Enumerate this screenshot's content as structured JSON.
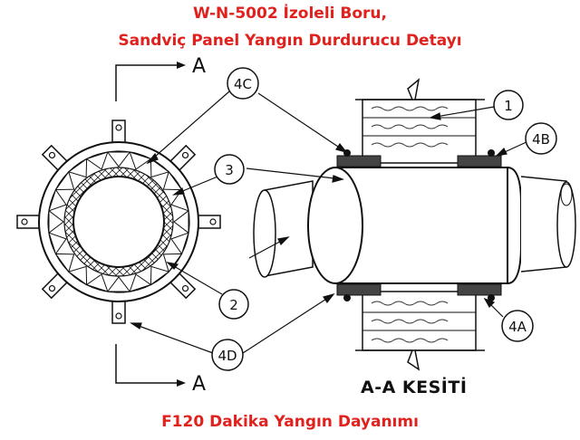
{
  "title": {
    "line1": "W-N-5002 İzoleli Boru,",
    "line2": "Sandviç Panel Yangın Durdurucu Detayı"
  },
  "footer": "F120 Dakika Yangın Dayanımı",
  "section_caption": "A-A KESİTİ",
  "section_marks": {
    "top": "A",
    "bottom": "A"
  },
  "callouts": {
    "c1": "1",
    "c2": "2",
    "c3": "3",
    "c4A": "4A",
    "c4B": "4B",
    "c4C": "4C",
    "c4D": "4D"
  },
  "colors": {
    "title": "#e0211d",
    "line": "#111111"
  }
}
